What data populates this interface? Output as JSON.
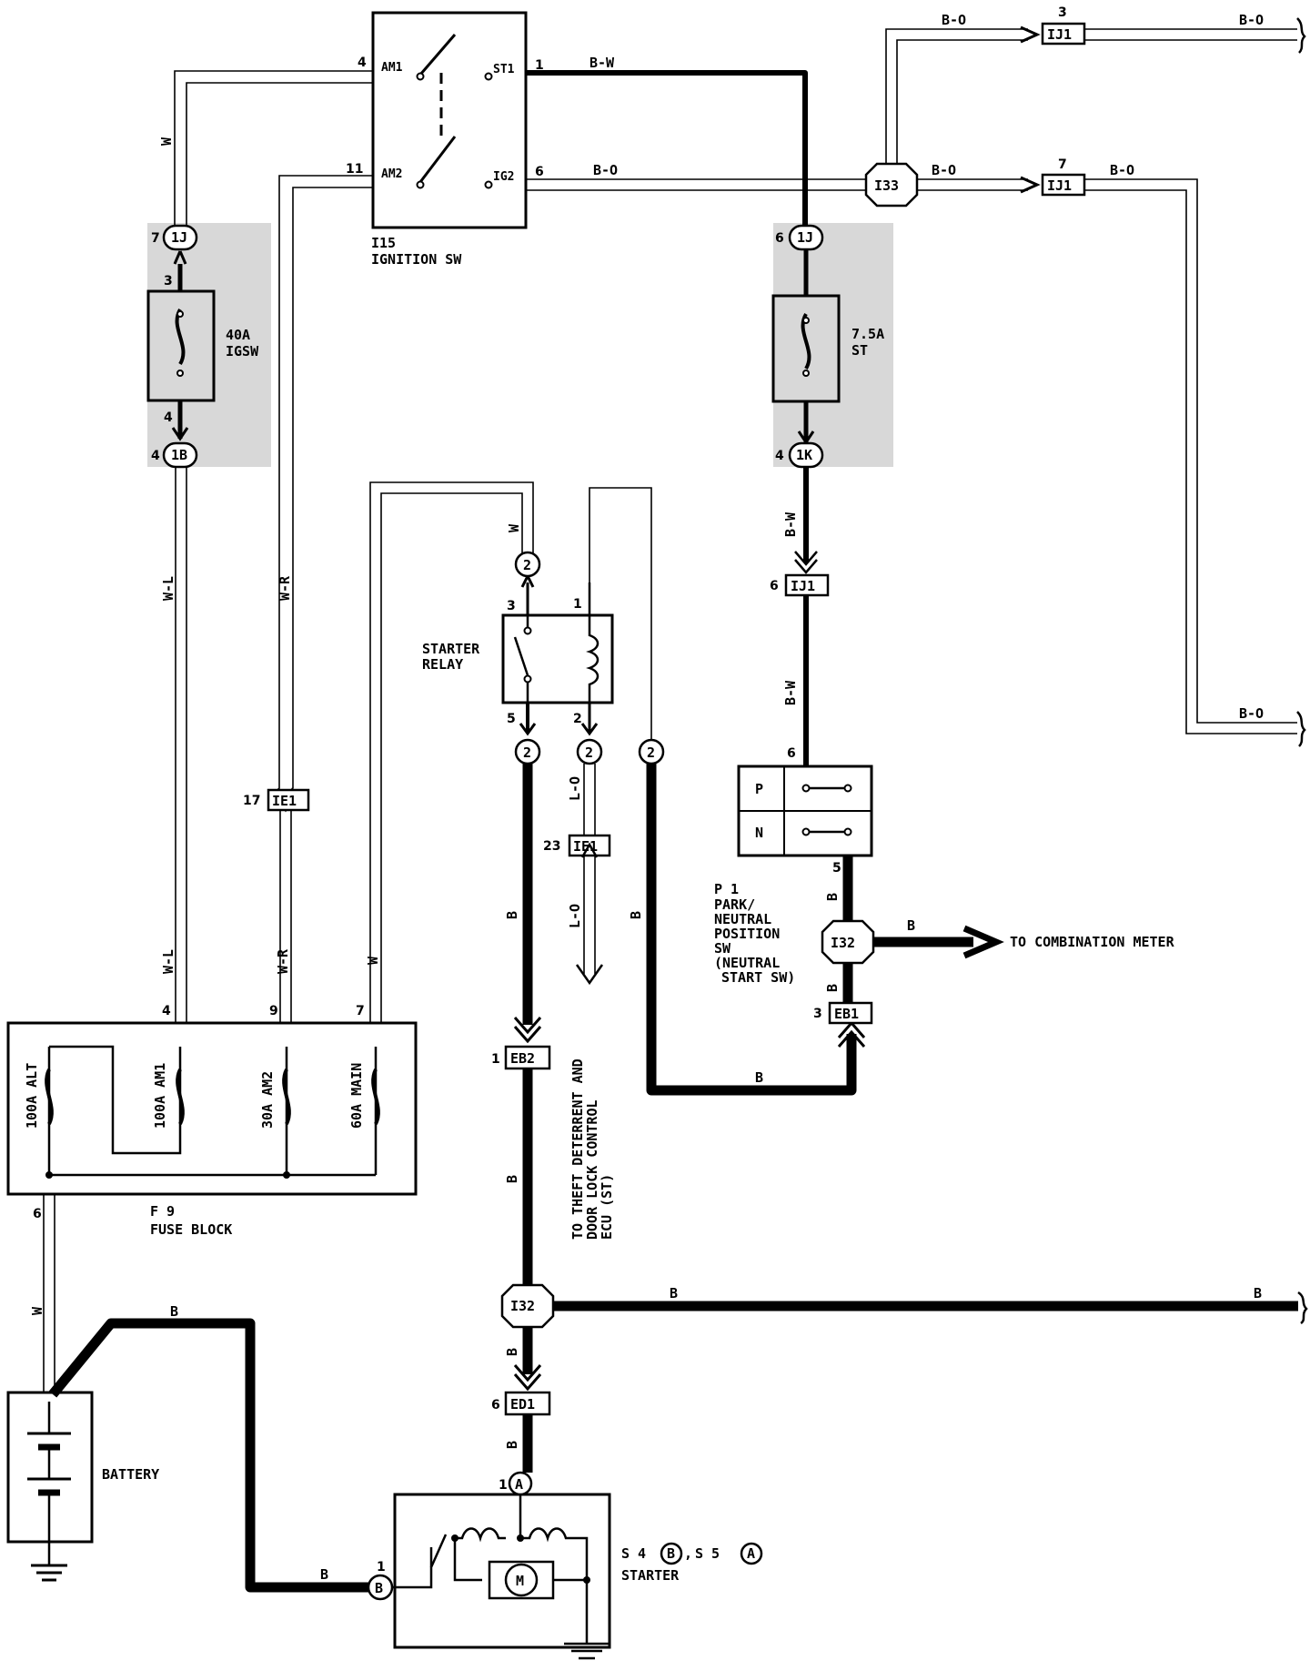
{
  "components": {
    "ignition_sw": {
      "id": "I15",
      "name": "IGNITION SW",
      "pins": {
        "am1": "AM1",
        "am2": "AM2",
        "st1": "ST1",
        "ig2": "IG2"
      }
    },
    "fuse_igsw": {
      "rating": "40A",
      "name": "IGSW"
    },
    "fuse_st": {
      "rating": "7.5A",
      "name": "ST"
    },
    "starter_relay": {
      "name_line1": "STARTER",
      "name_line2": "RELAY"
    },
    "park_neutral": {
      "id": "P 1",
      "line1": "PARK/",
      "line2": "NEUTRAL",
      "line3": "POSITION",
      "line4": "SW",
      "line5": "(NEUTRAL",
      "line6": "START SW)",
      "pos_p": "P",
      "pos_n": "N"
    },
    "fuse_block": {
      "id": "F 9",
      "name": "FUSE BLOCK",
      "fuses": [
        "100A ALT",
        "100A AM1",
        "30A AM2",
        "60A MAIN"
      ]
    },
    "battery": {
      "name": "BATTERY"
    },
    "starter": {
      "id_line": "S 4",
      "id_b": "B",
      "sep": ",",
      "id2": "S 5",
      "id_a": "A",
      "name": "STARTER",
      "pin_a": "A",
      "pin_b": "B",
      "motor": "M"
    }
  },
  "connectors": {
    "c1j": "1J",
    "c1b": "1B",
    "c1k": "1K",
    "ij1": "IJ1",
    "ie1": "IE1",
    "eb2": "EB2",
    "eb1": "EB1",
    "ed1": "ED1",
    "i33": "I33",
    "i32": "I32",
    "c2": "2"
  },
  "wires": {
    "w": "W",
    "bw": "B-W",
    "bo": "B-O",
    "wl": "W-L",
    "wr": "W-R",
    "b": "B",
    "lo": "L-O"
  },
  "pins": {
    "p1": "1",
    "p2": "2",
    "p3": "3",
    "p4": "4",
    "p5": "5",
    "p6": "6",
    "p7": "7",
    "p9": "9",
    "p11": "11",
    "p17": "17",
    "p23": "23"
  },
  "destinations": {
    "combination_meter": "TO COMBINATION METER",
    "theft": "TO THEFT DETERRENT AND",
    "theft2": "DOOR LOCK CONTROL",
    "theft3": "ECU (ST)"
  }
}
